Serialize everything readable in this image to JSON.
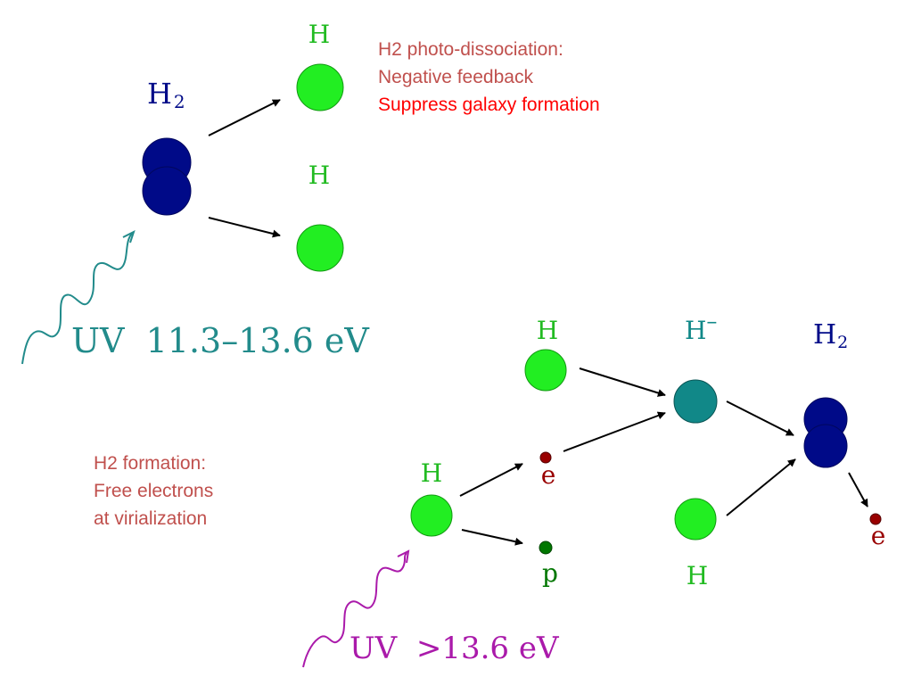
{
  "colors": {
    "h_atom": "#22ee22",
    "h_label": "#22bb22",
    "h2_molecule": "#000a88",
    "h_minus": "#118888",
    "electron": "#990000",
    "proton": "#007700",
    "uv_top": "#228b8b",
    "uv_bottom": "#aa1aaa",
    "note_text": "#c0504d",
    "note_highlight": "#ff0000",
    "arrow": "#000000"
  },
  "dissociation": {
    "molecule_label": "H",
    "molecule_label_sub": "2",
    "product_top_label": "H",
    "product_bottom_label": "H",
    "uv_label": "UV  11.3–13.6 eV",
    "notes": {
      "line1": "H2 photo-dissociation:",
      "line2": "Negative feedback",
      "line3": "Suppress galaxy formation"
    }
  },
  "formation": {
    "source_label": "H",
    "electron_label": "e",
    "proton_label": "p",
    "h_top_label": "H",
    "h_minus_label": "H",
    "h_minus_sup": "–",
    "h_bottom_label": "H",
    "h2_label": "H",
    "h2_label_sub": "2",
    "released_electron_label": "e",
    "uv_label": "UV  >13.6 eV",
    "notes": {
      "line1": "H2 formation:",
      "line2": "Free electrons",
      "line3": "at virialization"
    }
  }
}
